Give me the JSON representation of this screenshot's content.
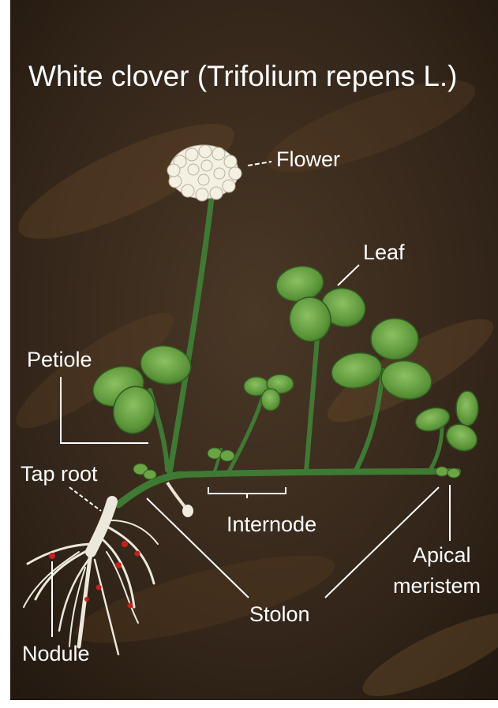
{
  "diagram": {
    "title": "White clover (Trifolium repens L.)",
    "labels": {
      "flower": "Flower",
      "leaf": "Leaf",
      "petiole": "Petiole",
      "tap_root": "Tap root",
      "internode": "Internode",
      "apical_meristem_line1": "Apical",
      "apical_meristem_line2": "meristem",
      "stolon": "Stolon",
      "nodule": "Nodule"
    },
    "colors": {
      "background": "#3a2a1c",
      "leaf": "#5e9a3e",
      "stem": "#3f7a34",
      "root": "#ece8dc",
      "nodule": "#c8201c",
      "label_text": "#ffffff"
    }
  }
}
